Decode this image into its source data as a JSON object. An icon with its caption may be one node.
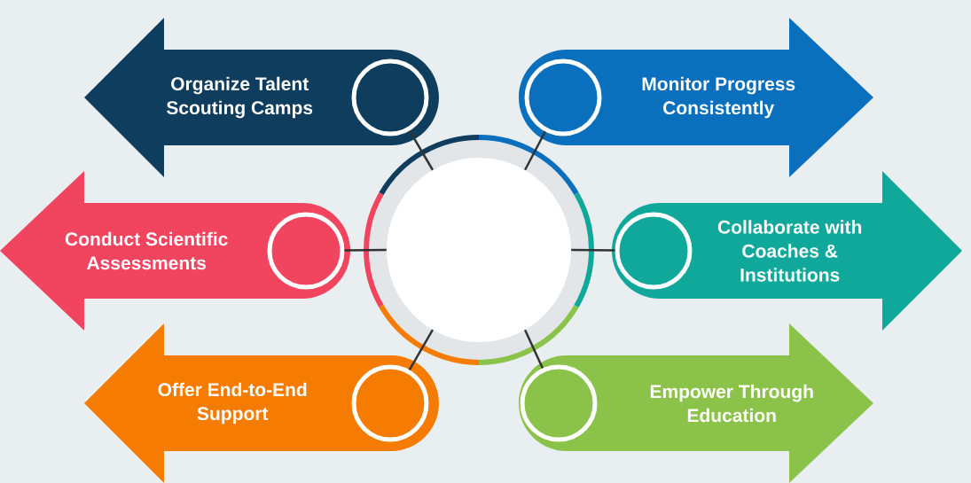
{
  "diagram": {
    "nodes": [
      {
        "text": [],
        "shape": "circle"
      },
      {
        "text": [
          "Organize Talent Scouting Camps"
        ]
      },
      {
        "text": [
          "Monitor Progress Consistently"
        ]
      },
      {
        "text": [
          "Conduct Scientific Assessments"
        ]
      },
      {
        "text": [
          "Collaborate with Coaches & Institutions"
        ]
      },
      {
        "text": [
          "Offer End-to-End Support"
        ]
      },
      {
        "text": [
          "Empower Through Education"
        ]
      },
      {
        "text": [],
        "shape": "circle",
        "in": 1
      },
      {
        "text": [],
        "shape": "circle",
        "in": 2
      },
      {
        "text": [],
        "shape": "circle",
        "in": 3
      },
      {
        "text": [],
        "shape": "circle",
        "in": 4
      },
      {
        "text": [],
        "shape": "circle",
        "in": 5
      },
      {
        "text": [],
        "shape": "circle",
        "in": 6
      }
    ],
    "edges": [
      {
        "from": 0,
        "to": 7,
        "arrow": "none"
      },
      {
        "from": 0,
        "to": 8,
        "arrow": "none"
      },
      {
        "from": 0,
        "to": 9,
        "arrow": "none"
      },
      {
        "from": 0,
        "to": 10,
        "arrow": "none"
      },
      {
        "from": 0,
        "to": 11,
        "arrow": "none"
      },
      {
        "from": 0,
        "to": 12,
        "arrow": "none"
      }
    ]
  }
}
